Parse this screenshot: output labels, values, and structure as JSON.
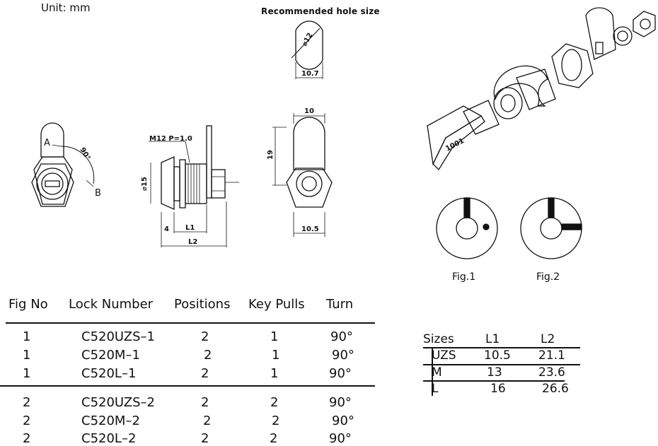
{
  "header": {
    "unit_label": "Unit:  mm",
    "recommended_hole": "Recommended  hole  size"
  },
  "drawing": {
    "hole_diameter": "⌀12",
    "hole_width": "10.7",
    "label_a": "A",
    "label_b": "B",
    "angle": "90°",
    "thread": "M12  P=1.0",
    "diam_15": "⌀15",
    "dim_4": "4",
    "dim_l1": "L1",
    "dim_l2": "L2",
    "dim_10": "10",
    "dim_19": "19",
    "dim_10_5": "10.5",
    "key_code": "1001",
    "fig1": "Fig.1",
    "fig2": "Fig.2"
  },
  "lock_table": {
    "headers": [
      "Fig  No",
      "Lock  Number",
      "Positions",
      "Key  Pulls",
      "Turn"
    ],
    "rows": [
      [
        "1",
        "C520UZS–1",
        "2",
        "1",
        "90°"
      ],
      [
        "1",
        "C520M–1",
        "2",
        "1",
        "90°"
      ],
      [
        "1",
        "C520L–1",
        "2",
        "1",
        "90°"
      ],
      [
        "2",
        "C520UZS–2",
        "2",
        "2",
        "90°"
      ],
      [
        "2",
        "C520M–2",
        "2",
        "2",
        "90°"
      ],
      [
        "2",
        "C520L–2",
        "2",
        "2",
        "90°"
      ]
    ]
  },
  "size_table": {
    "headers": [
      "Sizes",
      "L1",
      "L2"
    ],
    "rows": [
      [
        "UZS",
        "10.5",
        "21.1"
      ],
      [
        "M",
        "13",
        "23.6"
      ],
      [
        "L",
        "16",
        "26.6"
      ]
    ]
  }
}
